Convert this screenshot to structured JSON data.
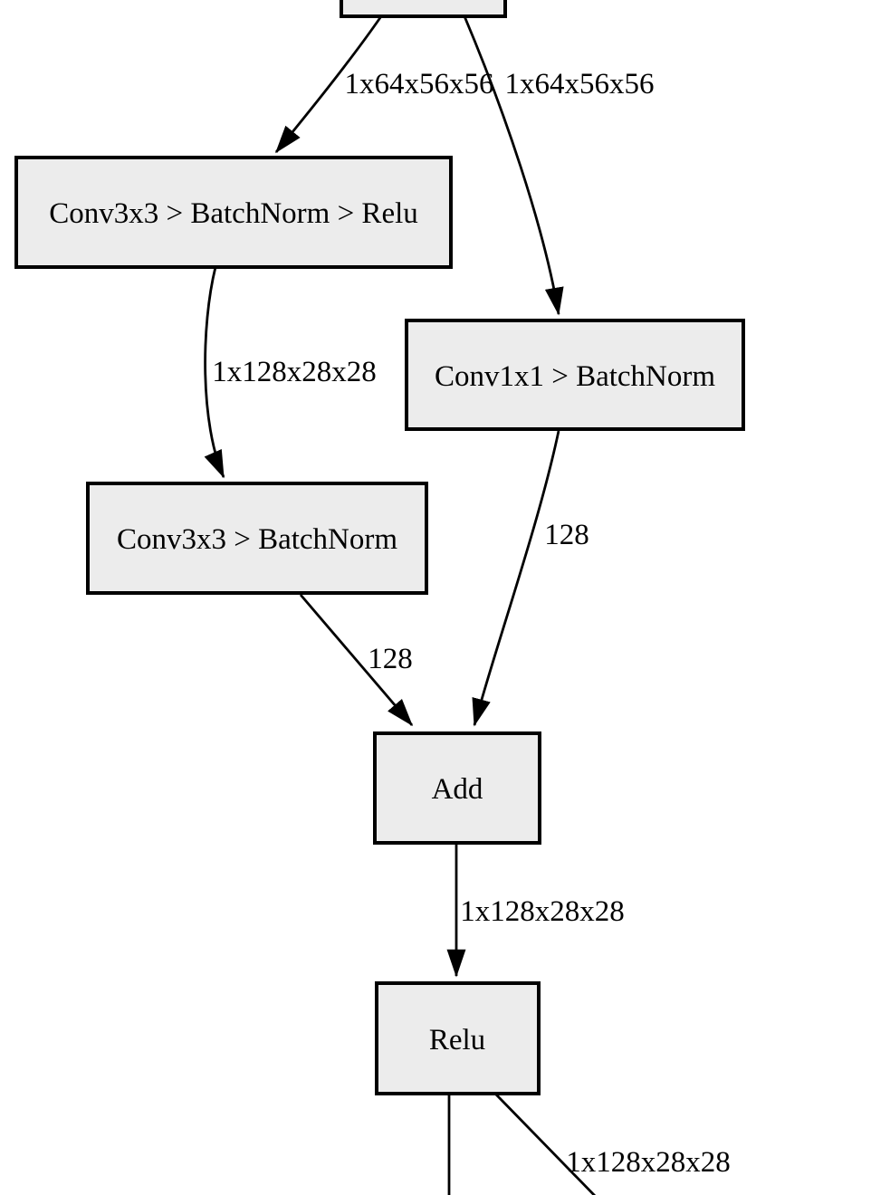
{
  "diagram": {
    "type": "neural-network-graph",
    "background_color": "#ffffff",
    "node_fill_color": "#ececec",
    "node_border_color": "#000000",
    "edge_color": "#000000",
    "text_color": "#000000"
  },
  "nodes": [
    {
      "id": "input",
      "label": ""
    },
    {
      "id": "conv3x3-bn-relu",
      "label": "Conv3x3 > BatchNorm > Relu"
    },
    {
      "id": "conv1x1-bn",
      "label": "Conv1x1 > BatchNorm"
    },
    {
      "id": "conv3x3-bn",
      "label": "Conv3x3 > BatchNorm"
    },
    {
      "id": "add",
      "label": "Add"
    },
    {
      "id": "relu",
      "label": "Relu"
    }
  ],
  "edges": [
    {
      "from": "input",
      "to": "conv3x3-bn-relu",
      "label": "1x64x56x56"
    },
    {
      "from": "input",
      "to": "conv1x1-bn",
      "label": "1x64x56x56"
    },
    {
      "from": "conv3x3-bn-relu",
      "to": "conv3x3-bn",
      "label": "1x128x28x28"
    },
    {
      "from": "conv1x1-bn",
      "to": "add",
      "label": "128"
    },
    {
      "from": "conv3x3-bn",
      "to": "add",
      "label": "128"
    },
    {
      "from": "add",
      "to": "relu",
      "label": "1x128x28x28"
    },
    {
      "from": "relu",
      "to": "offscreen-right",
      "label": "1x128x28x28"
    },
    {
      "from": "relu",
      "to": "offscreen-down",
      "label": ""
    }
  ]
}
